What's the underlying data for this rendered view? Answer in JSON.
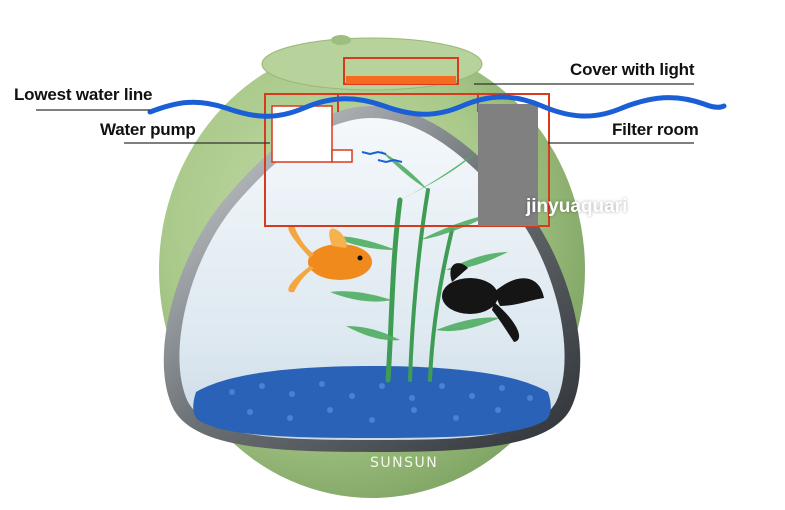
{
  "labels": {
    "lowest_water_line": "Lowest water line",
    "water_pump": "Water pump",
    "cover_with_light": "Cover with light",
    "filter_room": "Filter room"
  },
  "brand": "SUNSUN",
  "watermark": "jinyuaquari",
  "colors": {
    "tank_body": "#a9c98a",
    "water_line": "#1a5fd6",
    "callout_red": "#d93a1e",
    "light_orange": "#f46a1f",
    "pump_white": "#ffffff",
    "filter_gray": "#808080",
    "gravel_blue": "#2a62b8",
    "goldfish": "#f08a1c",
    "black_fish": "#151515",
    "plant_green": "#3f9c55"
  }
}
